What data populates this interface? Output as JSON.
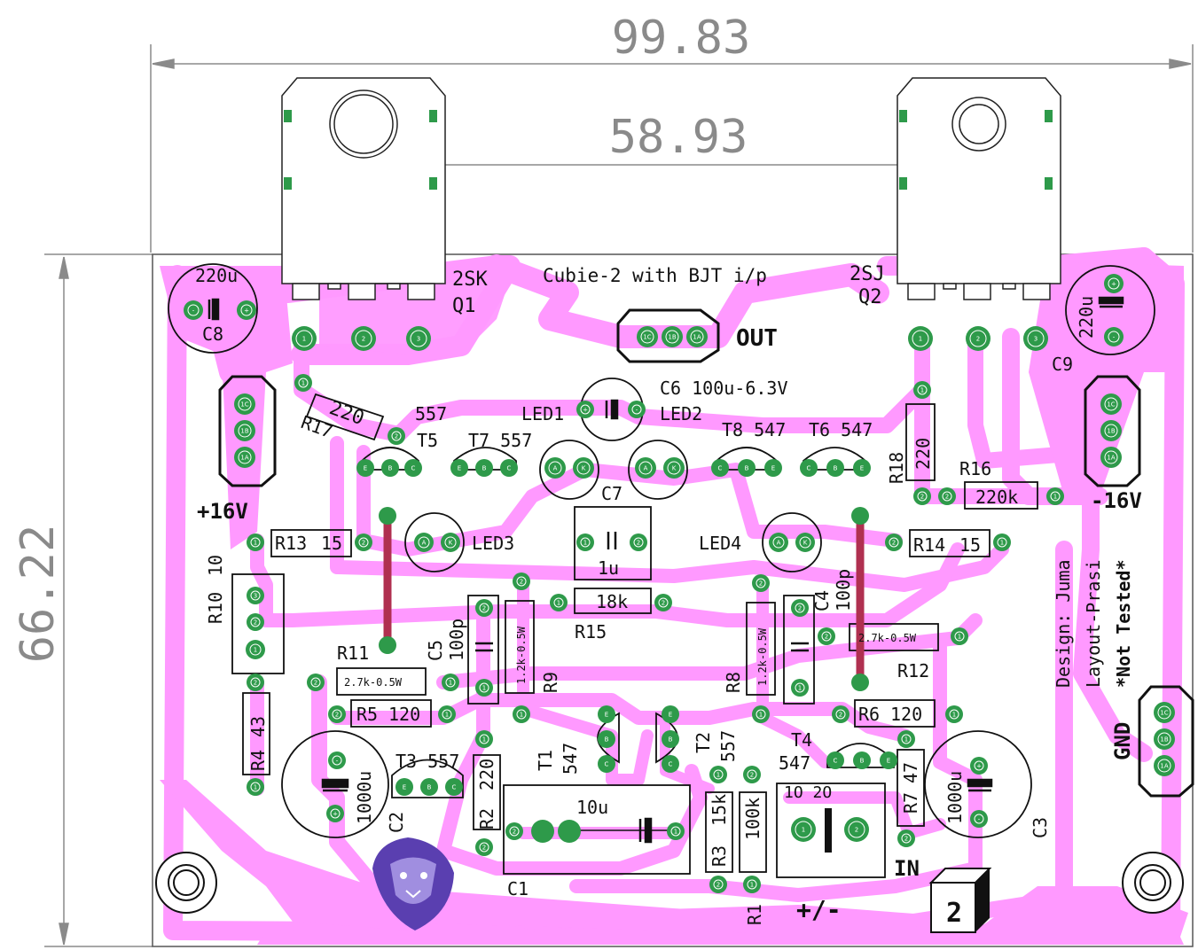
{
  "dimensions": {
    "width": "99.83",
    "pitch": "58.93",
    "height": "66.22"
  },
  "title": "Cubie-2 with BJT i/p",
  "credits": [
    "Design: Juma",
    "Layout-Prasi",
    "*Not Tested*"
  ],
  "connectors": {
    "out": "OUT",
    "plus16": "+16V",
    "minus16": "-16V",
    "gnd": "GND",
    "input": "IN",
    "pm": "+/-"
  },
  "transistors": {
    "q1_type": "2SK",
    "q1": "Q1",
    "q2_type": "2SJ",
    "q2": "Q2"
  },
  "parts": {
    "c8": "C8",
    "c8v": "220u",
    "c9": "C9",
    "c9v": "220u",
    "c6": "C6 100u-6.3V",
    "led1": "LED1",
    "led2": "LED2",
    "led3": "LED3",
    "led4": "LED4",
    "r17": "R17",
    "r17v": "220",
    "t5": "T5",
    "t5v": "557",
    "t7": "T7 557",
    "t8": "T8 547",
    "t6": "T6 547",
    "r18": "R18",
    "r18v": "220",
    "r16": "R16",
    "r16v": "220k",
    "c7": "C7",
    "c7v": "1u",
    "r13": "R13",
    "r13v": "15",
    "r14": "R14",
    "r14v": "15",
    "r10": "R10",
    "r10v": "10",
    "r15": "R15",
    "r15v": "18k",
    "c5": "C5",
    "c5v": "100p",
    "c4": "C4",
    "c4v": "100p",
    "r9": "R9",
    "r9v": "1.2k-0.5W",
    "r8": "R8",
    "r8v": "1.2k-0.5W",
    "r11": "R11",
    "r11v": "2.7k-0.5W",
    "r12": "R12",
    "r12v": "2.7k-0.5W",
    "r5": "R5",
    "r5v": "120",
    "r6": "R6",
    "r6v": "120",
    "r4": "R4",
    "r4v": "43",
    "c2": "C2",
    "c2v": "1000u",
    "c3": "C3",
    "c3v": "1000u",
    "t3": "T3 557",
    "t1": "T1",
    "t1v": "547",
    "t2": "T2",
    "t2v": "557",
    "t4": "T4",
    "t4v": "547",
    "r2": "R2",
    "r2v": "220",
    "c1": "C1",
    "c1v": "10u",
    "r3": "R3",
    "r3v": "15k",
    "r1": "R1",
    "r1v": "100k",
    "r7": "R7",
    "r7v": "47",
    "in_pins": "1O 2O",
    "badge": "2"
  },
  "colors": {
    "board": "#ff99ff",
    "copper_pad": "#2e9a4a",
    "jumper": "#b03050",
    "dim": "#8a8a8a",
    "logo": "#5a3fb0"
  }
}
